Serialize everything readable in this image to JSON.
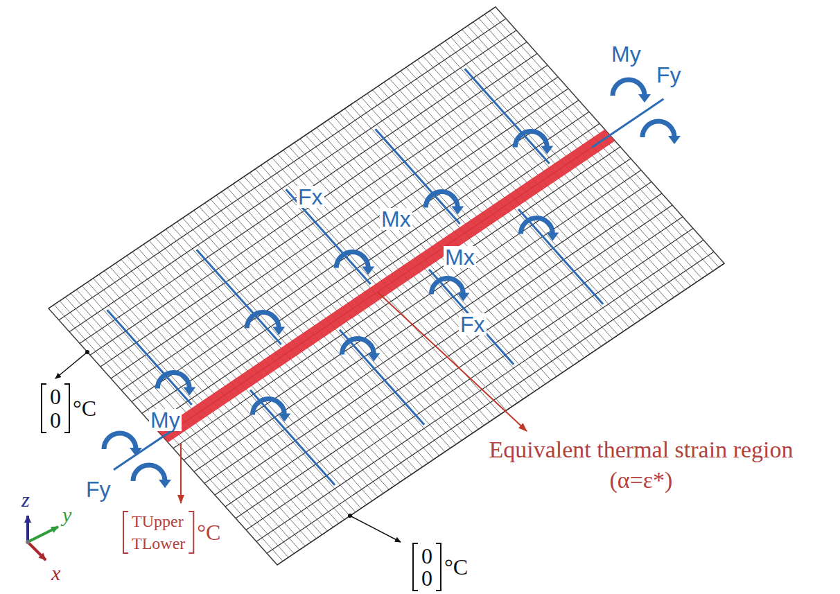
{
  "diagram": {
    "labels": [
      "My",
      "Fy",
      "Fx",
      "Mx",
      "Mx",
      "Fx",
      "My",
      "Fy",
      "0",
      "0",
      "°C",
      "TUpper",
      "TLower",
      "°C",
      "Equivalent thermal strain region",
      "(α=ε*)",
      "0",
      "0",
      "°C",
      "z",
      "y",
      "x"
    ]
  }
}
